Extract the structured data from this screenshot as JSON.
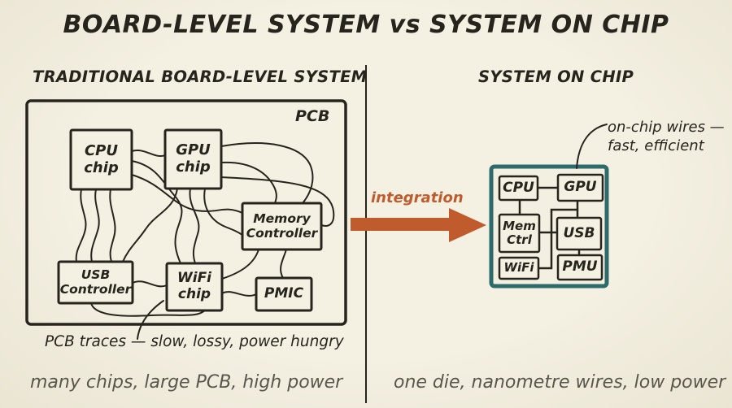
{
  "colors": {
    "bg": "#f2eedf",
    "ink": "#27241d",
    "accent": "#bf5b2d",
    "teal": "#2d6a6c",
    "gray": "#59564b"
  },
  "title": "BOARD-LEVEL SYSTEM vs SYSTEM ON CHIP",
  "left_panel": {
    "header": "TRADITIONAL BOARD-LEVEL SYSTEM",
    "board_label": "PCB",
    "chips": {
      "cpu": "CPU\nchip",
      "gpu": "GPU\nchip",
      "memory": "Memory\nController",
      "usb": "USB\nController",
      "wifi": "WiFi\nchip",
      "pmic": "PMIC"
    },
    "annotation": "PCB traces — slow, lossy, power hungry",
    "caption": "many chips, large PCB, high power"
  },
  "integration": {
    "label": "integration"
  },
  "right_panel": {
    "header": "SYSTEM ON CHIP",
    "blocks": {
      "cpu": "CPU",
      "gpu": "GPU",
      "mem_ctrl": "Mem\nCtrl",
      "usb": "USB",
      "wifi": "WiFi",
      "pmu": "PMU"
    },
    "annotation": "on-chip wires —\nfast, efficient",
    "caption": "one die, nanometre wires, low power"
  }
}
